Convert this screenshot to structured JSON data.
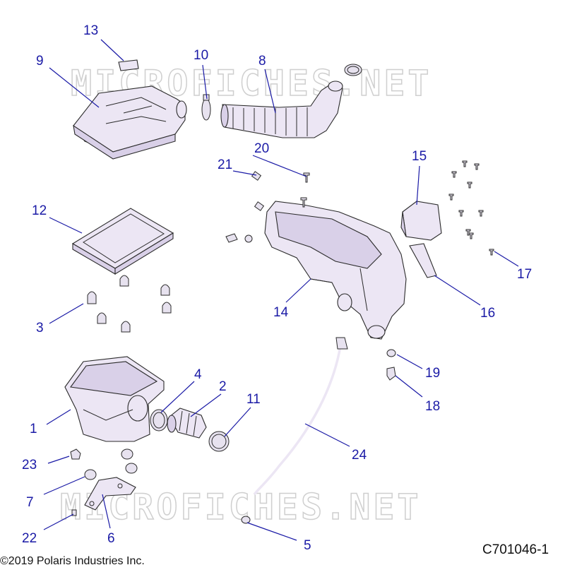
{
  "watermark": "MICROFICHES.NET",
  "figure_code": "C701046-1",
  "copyright": "©2019 Polaris Industries Inc.",
  "callouts": [
    "1",
    "2",
    "3",
    "4",
    "5",
    "6",
    "7",
    "8",
    "9",
    "10",
    "11",
    "12",
    "13",
    "14",
    "15",
    "16",
    "17",
    "18",
    "19",
    "20",
    "21",
    "22",
    "23",
    "24"
  ],
  "colors": {
    "callout": "#1a1aa6",
    "part_fill": "#ece6f4",
    "outline": "#2b2b2b",
    "watermark": "#cfcfcf"
  }
}
